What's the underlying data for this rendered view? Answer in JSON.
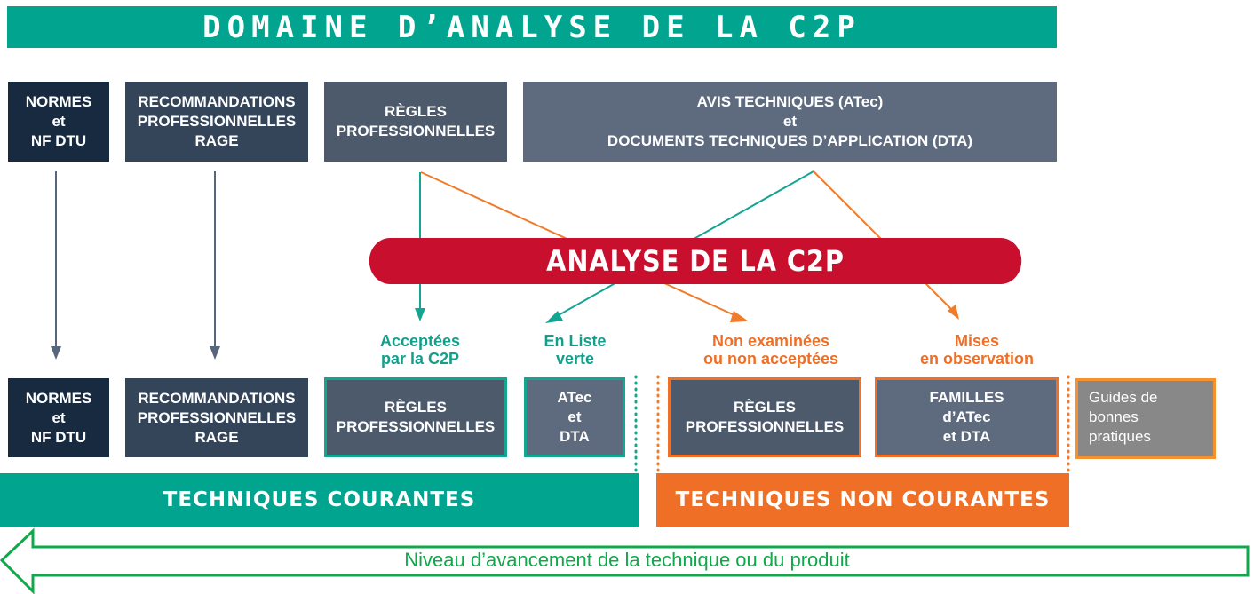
{
  "title": "DOMAINE D’ANALYSE DE LA C2P",
  "top_row": {
    "normes": "NORMES\net\nNF DTU",
    "recommandations": "RECOMMANDATIONS\nPROFESSIONNELLES\nRAGE",
    "regles": "RÈGLES\nPROFESSIONNELLES",
    "avis": "AVIS TECHNIQUES (ATec)\net\nDOCUMENTS TECHNIQUES D’APPLICATION (DTA)"
  },
  "analysis": {
    "label": "ANALYSE DE LA C2P"
  },
  "outcomes": {
    "acceptees": "Acceptées\npar la C2P",
    "liste_verte": "En Liste\nverte",
    "non_examinees": "Non examinées\nou non acceptées",
    "observation": "Mises\nen observation"
  },
  "bottom_row": {
    "normes": "NORMES\net\nNF DTU",
    "recommandations": "RECOMMANDATIONS\nPROFESSIONNELLES\nRAGE",
    "regles_acceptees": "RÈGLES\nPROFESSIONNELLES",
    "atec_dta": "ATec\net\nDTA",
    "regles_non": "RÈGLES\nPROFESSIONNELLES",
    "familles": "FAMILLES\nd’ATec\net DTA",
    "guides": "Guides de\nbonnes\npratiques"
  },
  "categories": {
    "courantes": "TECHNIQUES COURANTES",
    "non_courantes": "TECHNIQUES NON COURANTES"
  },
  "progress_arrow": {
    "label": "Niveau d’avancement de la technique ou du produit"
  },
  "colors": {
    "teal": "#00a48f",
    "orange": "#ef6f26",
    "red": "#c8102e",
    "navy": "#172a3f",
    "slate": "#4d5a6c",
    "green_arrow": "#0fa84a",
    "guide_gray": "#888888"
  }
}
